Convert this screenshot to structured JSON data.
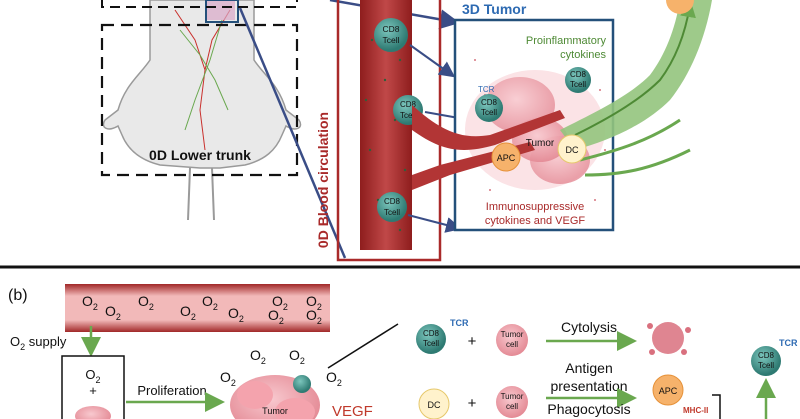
{
  "panel_a": {
    "lower_trunk_label": "0D Lower trunk",
    "blood_circulation_label": "0D Blood circulation",
    "tumor_label": "3D Tumor",
    "proinflammatory_line1": "Proinflammatory",
    "proinflammatory_line2": "cytokines",
    "immunosuppressive_line1": "Immunosuppressive",
    "immunosuppressive_line2": "cytokines and VEGF",
    "cell_cd8": "CD8",
    "cell_tcell": "Tcell",
    "tcr": "TCR",
    "tumor": "Tumor",
    "apc": "APC",
    "dc": "DC"
  },
  "panel_b": {
    "panel_label": "(b)",
    "o2": "O",
    "o2_sub": "2",
    "o2_supply": "O",
    "o2_supply_rest": " supply",
    "plus": "+",
    "proliferation": "Proliferation",
    "vegf": "VEGF",
    "tumor_cell_line1": "Tumor",
    "tumor_cell_line2": "cell",
    "cytolysis": "Cytolysis",
    "antigen_line1": "Antigen",
    "antigen_line2": "presentation",
    "phagocytosis": "Phagocytosis",
    "mhc": "MHC-II",
    "dc": "DC",
    "apc": "APC",
    "cd8": "CD8",
    "tcell": "Tcell",
    "tcr": "TCR",
    "tumor": "Tumor"
  },
  "colors": {
    "vessel": "#a92a2a",
    "vessel_light": "#f4c0c0",
    "tumor_box": "#24507a",
    "arrow_blue": "#3a4d86",
    "lymph_green": "#6aa84f",
    "cd8_teal": "#3f8f87",
    "apc_orange": "#f6b26b",
    "dc_cream": "#fff2cc"
  }
}
